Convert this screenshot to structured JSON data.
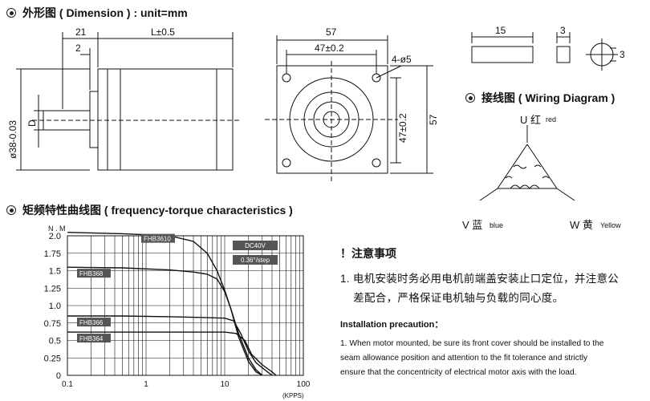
{
  "sections": {
    "dimension_title": "外形图 ( Dimension ) : unit=mm",
    "wiring_title": "接线图 ( Wiring Diagram )",
    "curve_title": "矩频特性曲线图 ( frequency-torque characteristics )"
  },
  "dimension": {
    "dim_21": "21",
    "dim_2": "2",
    "dim_L": "L±0.5",
    "dim_shaft_dia": "ø38-0.03",
    "dim_D": "D",
    "dim_57_top": "57",
    "dim_47_top": "47±0.2",
    "dim_holes": "4-ø5",
    "dim_47_side": "47±0.2",
    "dim_57_side": "57",
    "key_15": "15",
    "key_3a": "3",
    "key_3b": "3"
  },
  "wiring": {
    "u_label": "U 红",
    "u_sub": "red",
    "v_label": "V 蓝",
    "v_sub": "blue",
    "w_label": "W 黄",
    "w_sub": "Yellow"
  },
  "notes": {
    "title": "！注意事项",
    "text_line1": "1. 电机安装时务必用电机前端盖安装止口定位，并注意公",
    "text_line2": "    差配合，严格保证电机轴与负载的同心度。"
  },
  "installation": {
    "title": "Installation precaution：",
    "line1": "1. When motor mounted, be sure its front cover should be installed to the",
    "line2": "seam allowance position and attention to the fit tolerance and strictly",
    "line3": "ensure that the concentricity of electrical motor axis with the load."
  },
  "chart_data": {
    "type": "line",
    "ylabel": "N . M",
    "xlabel": "(KPPS)",
    "x_scale": "log",
    "xlim": [
      0.1,
      100
    ],
    "ylim": [
      0,
      2.0
    ],
    "y_ticks": [
      "2.0",
      "1.75",
      "1.5",
      "1.25",
      "1.0",
      "0.75",
      "0.5",
      "0.25",
      "0"
    ],
    "x_ticks": [
      "0.1",
      "1",
      "10",
      "100"
    ],
    "annotations": [
      "DC40V",
      "0.36°/step"
    ],
    "series": [
      {
        "name": "FHB3610",
        "x": [
          0.1,
          0.5,
          2,
          4,
          6,
          8,
          10,
          12,
          15,
          20,
          25,
          30
        ],
        "y": [
          2.05,
          2.03,
          2.0,
          1.92,
          1.75,
          1.5,
          1.22,
          0.95,
          0.6,
          0.25,
          0.08,
          0.0
        ]
      },
      {
        "name": "FHB368",
        "x": [
          0.1,
          0.5,
          2,
          4,
          6,
          8,
          10,
          12,
          15,
          20,
          25,
          30
        ],
        "y": [
          1.55,
          1.54,
          1.51,
          1.48,
          1.45,
          1.38,
          1.2,
          0.95,
          0.55,
          0.2,
          0.05,
          0.0
        ]
      },
      {
        "name": "FHB366",
        "x": [
          0.1,
          0.5,
          2,
          5,
          10,
          13,
          16,
          20,
          25,
          35,
          40
        ],
        "y": [
          0.85,
          0.85,
          0.84,
          0.83,
          0.82,
          0.78,
          0.6,
          0.35,
          0.18,
          0.05,
          0.0
        ]
      },
      {
        "name": "FHB364",
        "x": [
          0.1,
          0.5,
          2,
          5,
          10,
          14,
          18,
          22,
          30,
          40,
          45
        ],
        "y": [
          0.62,
          0.62,
          0.62,
          0.62,
          0.62,
          0.6,
          0.5,
          0.3,
          0.15,
          0.05,
          0.0
        ]
      }
    ]
  }
}
